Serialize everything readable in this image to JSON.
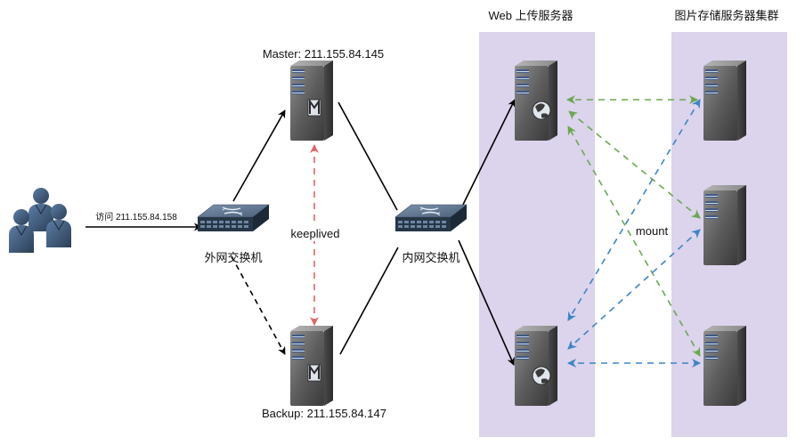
{
  "panels": {
    "web": {
      "title": "Web 上传服务器",
      "color": "#dcd3ec"
    },
    "storage": {
      "title": "图片存储服务器集群",
      "color": "#dcd3ec"
    }
  },
  "nodes": {
    "users": {
      "icon": "users-group-icon"
    },
    "outer_switch": {
      "label": "外网交换机",
      "icon": "network-switch-icon"
    },
    "inner_switch": {
      "label": "内网交换机",
      "icon": "network-switch-icon"
    },
    "master": {
      "label": "Master: 211.155.84.145",
      "icon": "load-balancer-server-icon"
    },
    "backup": {
      "label": "Backup: 211.155.84.147",
      "icon": "load-balancer-server-icon"
    }
  },
  "edges": {
    "access_label": "访问 211.155.84.158",
    "keeplived_label": "keeplived",
    "mount_label": "mount"
  },
  "colors": {
    "keeplived": "#e06666",
    "green_link": "#6aa84f",
    "blue_link": "#3d85c6",
    "solid_link": "#000000"
  }
}
